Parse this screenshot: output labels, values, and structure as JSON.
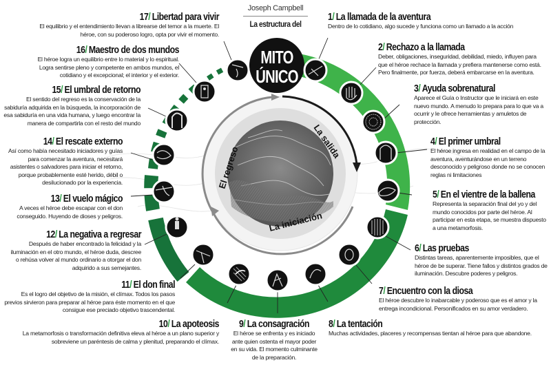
{
  "header": {
    "author": "Joseph Campbell",
    "subtitle": "La estructura del",
    "title_line1": "MITO",
    "title_line2": "ÚNICO"
  },
  "phases": {
    "departure": "La salida",
    "initiation": "La iniciación",
    "return": "El regreso"
  },
  "colors": {
    "green_light": "#3fb34a",
    "green_dark": "#1f8a3c",
    "green_darker": "#17733a",
    "black": "#111111",
    "gray_arrow": "#8a8a8a",
    "center_gray": "#6f6f6f"
  },
  "steps": [
    {
      "num": "1",
      "title": "La llamada de la aventura",
      "desc": "Dentro de lo cotidiano, algo sucede y funciona como un llamado a la acción"
    },
    {
      "num": "2",
      "title": "Rechazo a la llamada",
      "desc": "Deber, obligaciones, inseguridad, debilidad, miedo, influyen para que el héroe rechace la llamada y prefiera mantenerse como está. Pero finalmente, por fuerza, deberá embarcarse en la aventura."
    },
    {
      "num": "3",
      "title": "Ayuda sobrenatural",
      "desc": "Aparece el Guía o Instructor que le iniciará en este nuevo mundo. A menudo lo prepara para lo que va a ocurrir y le ofrece herramientas y amuletos de protección."
    },
    {
      "num": "4",
      "title": "El primer umbral",
      "desc": "El héroe ingresa en realidad en el campo de la aventura, aventurándose en un terreno desconocido y peligroso donde no se conocen reglas ni limitaciones"
    },
    {
      "num": "5",
      "title": "En el vientre de la ballena",
      "desc": "Representa la separación final del yo y del mundo conocidos por parte del héroe. Al participar en esta etapa, se muestra dispuesto a una metamorfosis."
    },
    {
      "num": "6",
      "title": "Las pruebas",
      "desc": "Distintas tareas, aparentemente imposibles, que el héroe de be superar. Tiene fallos y distintos grados de iluminación. Descubre poderes y peligros."
    },
    {
      "num": "7",
      "title": "Encuentro con la diosa",
      "desc": "El héroe descubre lo inabarcable y poderoso que es el amor y la entrega incondicional. Personificados en su amor verdadero."
    },
    {
      "num": "8",
      "title": "La tentación",
      "desc": "Muchas actividades, placeres y recompensas tientan al héroe para que abandone."
    },
    {
      "num": "9",
      "title": "La consagración",
      "desc": "El héroe se enfrenta y es iniciado ante quien ostenta el mayor poder en su vida. El momento culminante de la preparación."
    },
    {
      "num": "10",
      "title": "La apoteosis",
      "desc": "La metamorfosis o transformación definitiva eleva al héroe a un plano superior y sobreviene un paréntesis de calma y plenitud, preparando el clímax."
    },
    {
      "num": "11",
      "title": "El don final",
      "desc": "Es el logro del objetivo de la misión, el clímax. Todos los pasos previos sirvieron para preparar al héroe para éste momento en el que consigue ese preciado objetivo trascendental."
    },
    {
      "num": "12",
      "title": "La negativa a regresar",
      "desc": "Después de haber encontrado la felicidad y la iluminación en el otro mundo, el héroe duda, descree o rehúsa volver al mundo ordinario a otorgar el don adquirido a sus semejantes."
    },
    {
      "num": "13",
      "title": "El vuelo mágico",
      "desc": "A veces el héroe debe escapar con el don conseguido. Huyendo de dioses y peligros."
    },
    {
      "num": "14",
      "title": "El rescate externo",
      "desc": "Así como había necesitado iniciadores y guías para comenzar la aventura, necesitará asistentes o salvadores para iniciar el retorno, porque probablemente esté herido, débil o desilucionado por la experiencia."
    },
    {
      "num": "15",
      "title": "El umbral de retorno",
      "desc": "El sentido del regreso es la conservación de la sabiduría adquirida en la búsqueda, la incorporación de esa sabiduría en una vida humana, y luego encontrar la manera de compartirla con el resto del mundo"
    },
    {
      "num": "16",
      "title": "Maestro de dos mundos",
      "desc": "El héroe logra un equilibrio entre lo material y lo espiritual. Logra sentirse pleno y competente en ambos mundos, el cotidiano y el excepcional; el interior y el exterior."
    },
    {
      "num": "17",
      "title": "Libertad para vivir",
      "desc": "El equilibrio y el entendimiento llevan a librearse del temor a la muerte. El héroe, con su poderoso logro, opta por vivir el momento."
    }
  ],
  "icons": [
    {
      "step": "1",
      "name": "call-icon"
    },
    {
      "step": "2",
      "name": "hand-icon"
    },
    {
      "step": "3",
      "name": "mandala-icon"
    },
    {
      "step": "4",
      "name": "door-icon"
    },
    {
      "step": "5",
      "name": "whale-icon"
    },
    {
      "step": "6",
      "name": "trials-icon"
    },
    {
      "step": "7",
      "name": "goddess-icon"
    },
    {
      "step": "8",
      "name": "temptation-icon"
    },
    {
      "step": "9",
      "name": "consecration-icon"
    },
    {
      "step": "10",
      "name": "apotheosis-icon"
    },
    {
      "step": "11",
      "name": "boon-icon"
    },
    {
      "step": "12",
      "name": "refusal-return-icon"
    },
    {
      "step": "13",
      "name": "magic-flight-icon"
    },
    {
      "step": "14",
      "name": "rescue-icon"
    },
    {
      "step": "15",
      "name": "threshold-return-icon"
    },
    {
      "step": "16",
      "name": "master-icon"
    },
    {
      "step": "17",
      "name": "freedom-icon"
    }
  ]
}
